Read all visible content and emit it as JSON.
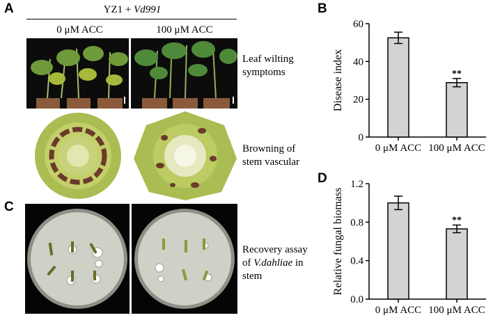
{
  "figure": {
    "panels": {
      "A": {
        "letter": "A",
        "treatment_label_prefix": "YZ1 + ",
        "treatment_label_strain": "Vd991",
        "group_labels": [
          "0 μM ACC",
          "100 μM ACC"
        ],
        "row_captions": {
          "leaf": [
            "Leaf wilting",
            "symptoms"
          ],
          "stem": [
            "Browning of",
            "stem vascular"
          ]
        }
      },
      "B": {
        "letter": "B"
      },
      "C": {
        "letter": "C",
        "caption_line1": "Recovery assay",
        "caption_line2_prefix": "of ",
        "caption_line2_species": "V.dahliae",
        "caption_line2_suffix": " in",
        "caption_line3": "stem"
      },
      "D": {
        "letter": "D"
      }
    },
    "colors": {
      "bar_fill": "#d3d3d3",
      "photo_background": "#111111",
      "stem_green": "#b7c95a",
      "vascular_brown": "#6a3a2a",
      "plate_agar": "#cfd0c6"
    }
  },
  "chart_data": [
    {
      "type": "bar",
      "panel": "B",
      "categories": [
        "0 μM ACC",
        "100 μM ACC"
      ],
      "values": [
        52.5,
        28.8
      ],
      "errors": [
        3.0,
        2.2
      ],
      "significance": [
        "",
        "**"
      ],
      "ylabel": "Disease index",
      "ylim": [
        0,
        60
      ],
      "yticks": [
        "0",
        "20",
        "40",
        "60"
      ],
      "ytick_values": [
        0,
        20,
        40,
        60
      ]
    },
    {
      "type": "bar",
      "panel": "D",
      "categories": [
        "0 μM ACC",
        "100 μM ACC"
      ],
      "values": [
        1.0,
        0.73
      ],
      "errors": [
        0.07,
        0.04
      ],
      "significance": [
        "",
        "**"
      ],
      "ylabel": "Relative fungal biomass",
      "ylim": [
        0,
        1.2
      ],
      "yticks": [
        "0.0",
        "0.4",
        "0.8",
        "1.2"
      ],
      "ytick_values": [
        0,
        0.4,
        0.8,
        1.2
      ]
    }
  ]
}
